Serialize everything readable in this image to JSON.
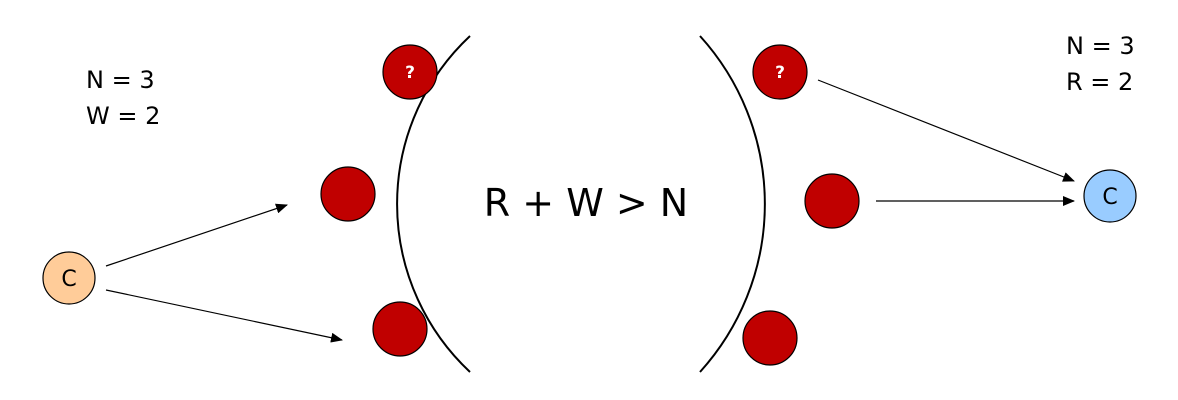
{
  "write_side": {
    "params": [
      "N = 3",
      "W = 2"
    ],
    "client_label": "C",
    "replicas": [
      {
        "state": "unknown",
        "label": "?"
      },
      {
        "state": "written",
        "label": ""
      },
      {
        "state": "written",
        "label": ""
      }
    ]
  },
  "read_side": {
    "params": [
      "N = 3",
      "R = 2"
    ],
    "client_label": "C",
    "replicas": [
      {
        "state": "read",
        "label": "?"
      },
      {
        "state": "read",
        "label": ""
      },
      {
        "state": "not-read",
        "label": ""
      }
    ]
  },
  "formula": "R + W > N",
  "colors": {
    "replica_fill": "#c00000",
    "replica_text": "#ffffff",
    "write_client_fill": "#ffcc99",
    "read_client_fill": "#99ccff",
    "stroke": "#000000"
  }
}
